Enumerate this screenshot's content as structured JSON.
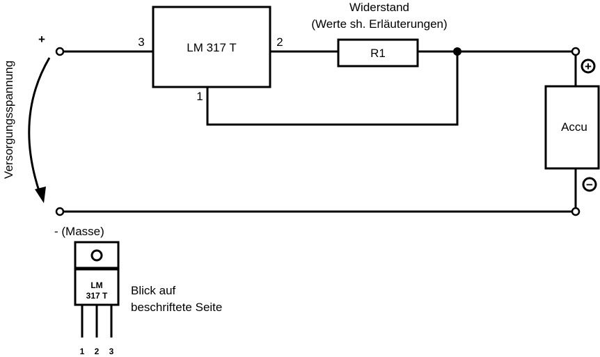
{
  "resistor_caption": {
    "line1": "Widerstand",
    "line2": "(Werte sh. Erläuterungen)"
  },
  "regulator": {
    "label": "LM 317 T",
    "pin_in": "3",
    "pin_out": "2",
    "pin_adj": "1"
  },
  "resistor": {
    "label": "R1"
  },
  "battery": {
    "label": "Accu",
    "plus_symbol": "+",
    "minus_symbol": "−"
  },
  "supply": {
    "plus_label": "+",
    "minus_label": "- (Masse)",
    "voltage_label": "Versorgungsspannung"
  },
  "package": {
    "line1": "LM",
    "line2": "317 T",
    "pins": [
      "1",
      "2",
      "3"
    ],
    "caption1": "Blick auf",
    "caption2": "beschriftete Seite"
  }
}
